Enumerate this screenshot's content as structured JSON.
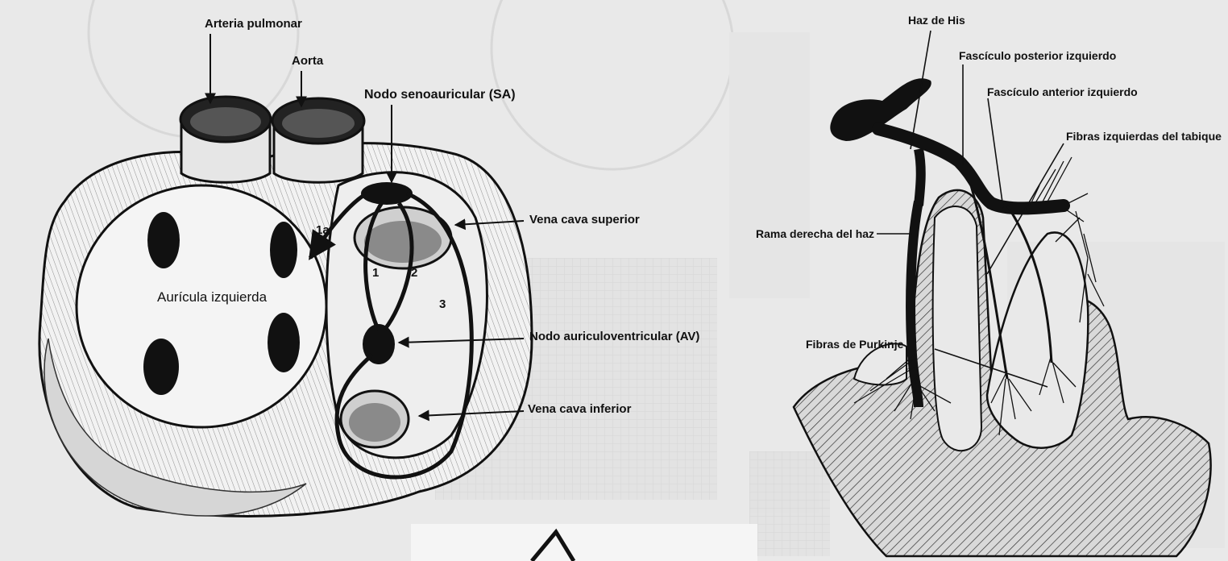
{
  "left_figure": {
    "labels": {
      "arteria_pulmonar": "Arteria pulmonar",
      "aorta": "Aorta",
      "nodo_sa": "Nodo senoauricular (SA)",
      "vena_cava_superior": "Vena cava superior",
      "auricula_izquierda": "Aurícula izquierda",
      "nodo_av": "Nodo auriculoventricular (AV)",
      "vena_cava_inferior": "Vena cava inferior"
    },
    "pathway_numbers": {
      "p1a": "1a",
      "p1": "1",
      "p2": "2",
      "p3": "3"
    }
  },
  "right_figure": {
    "labels": {
      "haz_de_his": "Haz de His",
      "fasciculo_posterior": "Fascículo posterior izquierdo",
      "fasciculo_anterior": "Fascículo anterior izquierdo",
      "fibras_izquierdas": "Fibras izquierdas del tabique",
      "rama_derecha": "Rama derecha del haz",
      "fibras_purkinje": "Fibras de Purkinje"
    }
  },
  "colors": {
    "background": "#e9e9e9",
    "ink": "#111111",
    "bleed_text": "#b9b9b9"
  }
}
